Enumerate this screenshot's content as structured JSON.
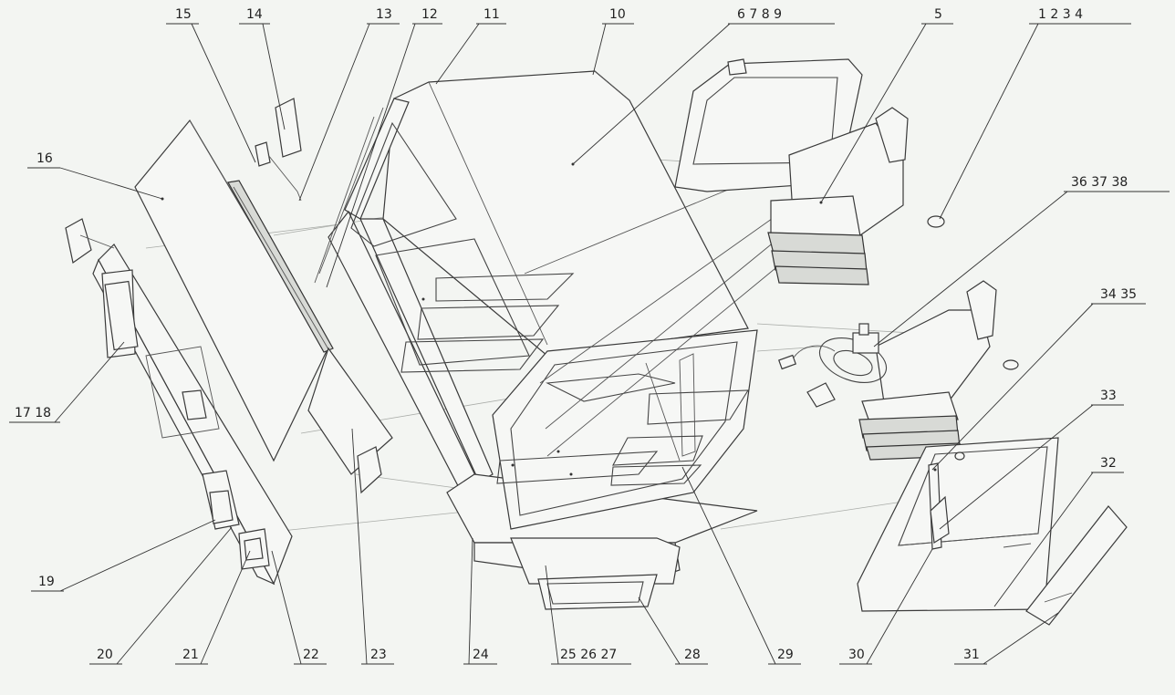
{
  "callouts": [
    {
      "id": "c1",
      "text": "1  2  3  4"
    },
    {
      "id": "c5",
      "text": "5"
    },
    {
      "id": "c6",
      "text": "6  7  8  9"
    },
    {
      "id": "c10",
      "text": "10"
    },
    {
      "id": "c11",
      "text": "11"
    },
    {
      "id": "c12",
      "text": "12"
    },
    {
      "id": "c13",
      "text": "13"
    },
    {
      "id": "c14",
      "text": "14"
    },
    {
      "id": "c15",
      "text": "15"
    },
    {
      "id": "c16",
      "text": "16"
    },
    {
      "id": "c17",
      "text": "17  18"
    },
    {
      "id": "c19",
      "text": "19"
    },
    {
      "id": "c20",
      "text": "20"
    },
    {
      "id": "c21",
      "text": "21"
    },
    {
      "id": "c22",
      "text": "22"
    },
    {
      "id": "c23",
      "text": "23"
    },
    {
      "id": "c24",
      "text": "24"
    },
    {
      "id": "c25",
      "text": "25  26  27"
    },
    {
      "id": "c28",
      "text": "28"
    },
    {
      "id": "c29",
      "text": "29"
    },
    {
      "id": "c30",
      "text": "30"
    },
    {
      "id": "c31",
      "text": "31"
    },
    {
      "id": "c32",
      "text": "32"
    },
    {
      "id": "c33",
      "text": "33"
    },
    {
      "id": "c34",
      "text": "34  35"
    },
    {
      "id": "c36",
      "text": "36  37  38"
    }
  ],
  "colors": {
    "background": "#f3f5f2",
    "line": "#333333",
    "fill": "#f6f7f5"
  }
}
